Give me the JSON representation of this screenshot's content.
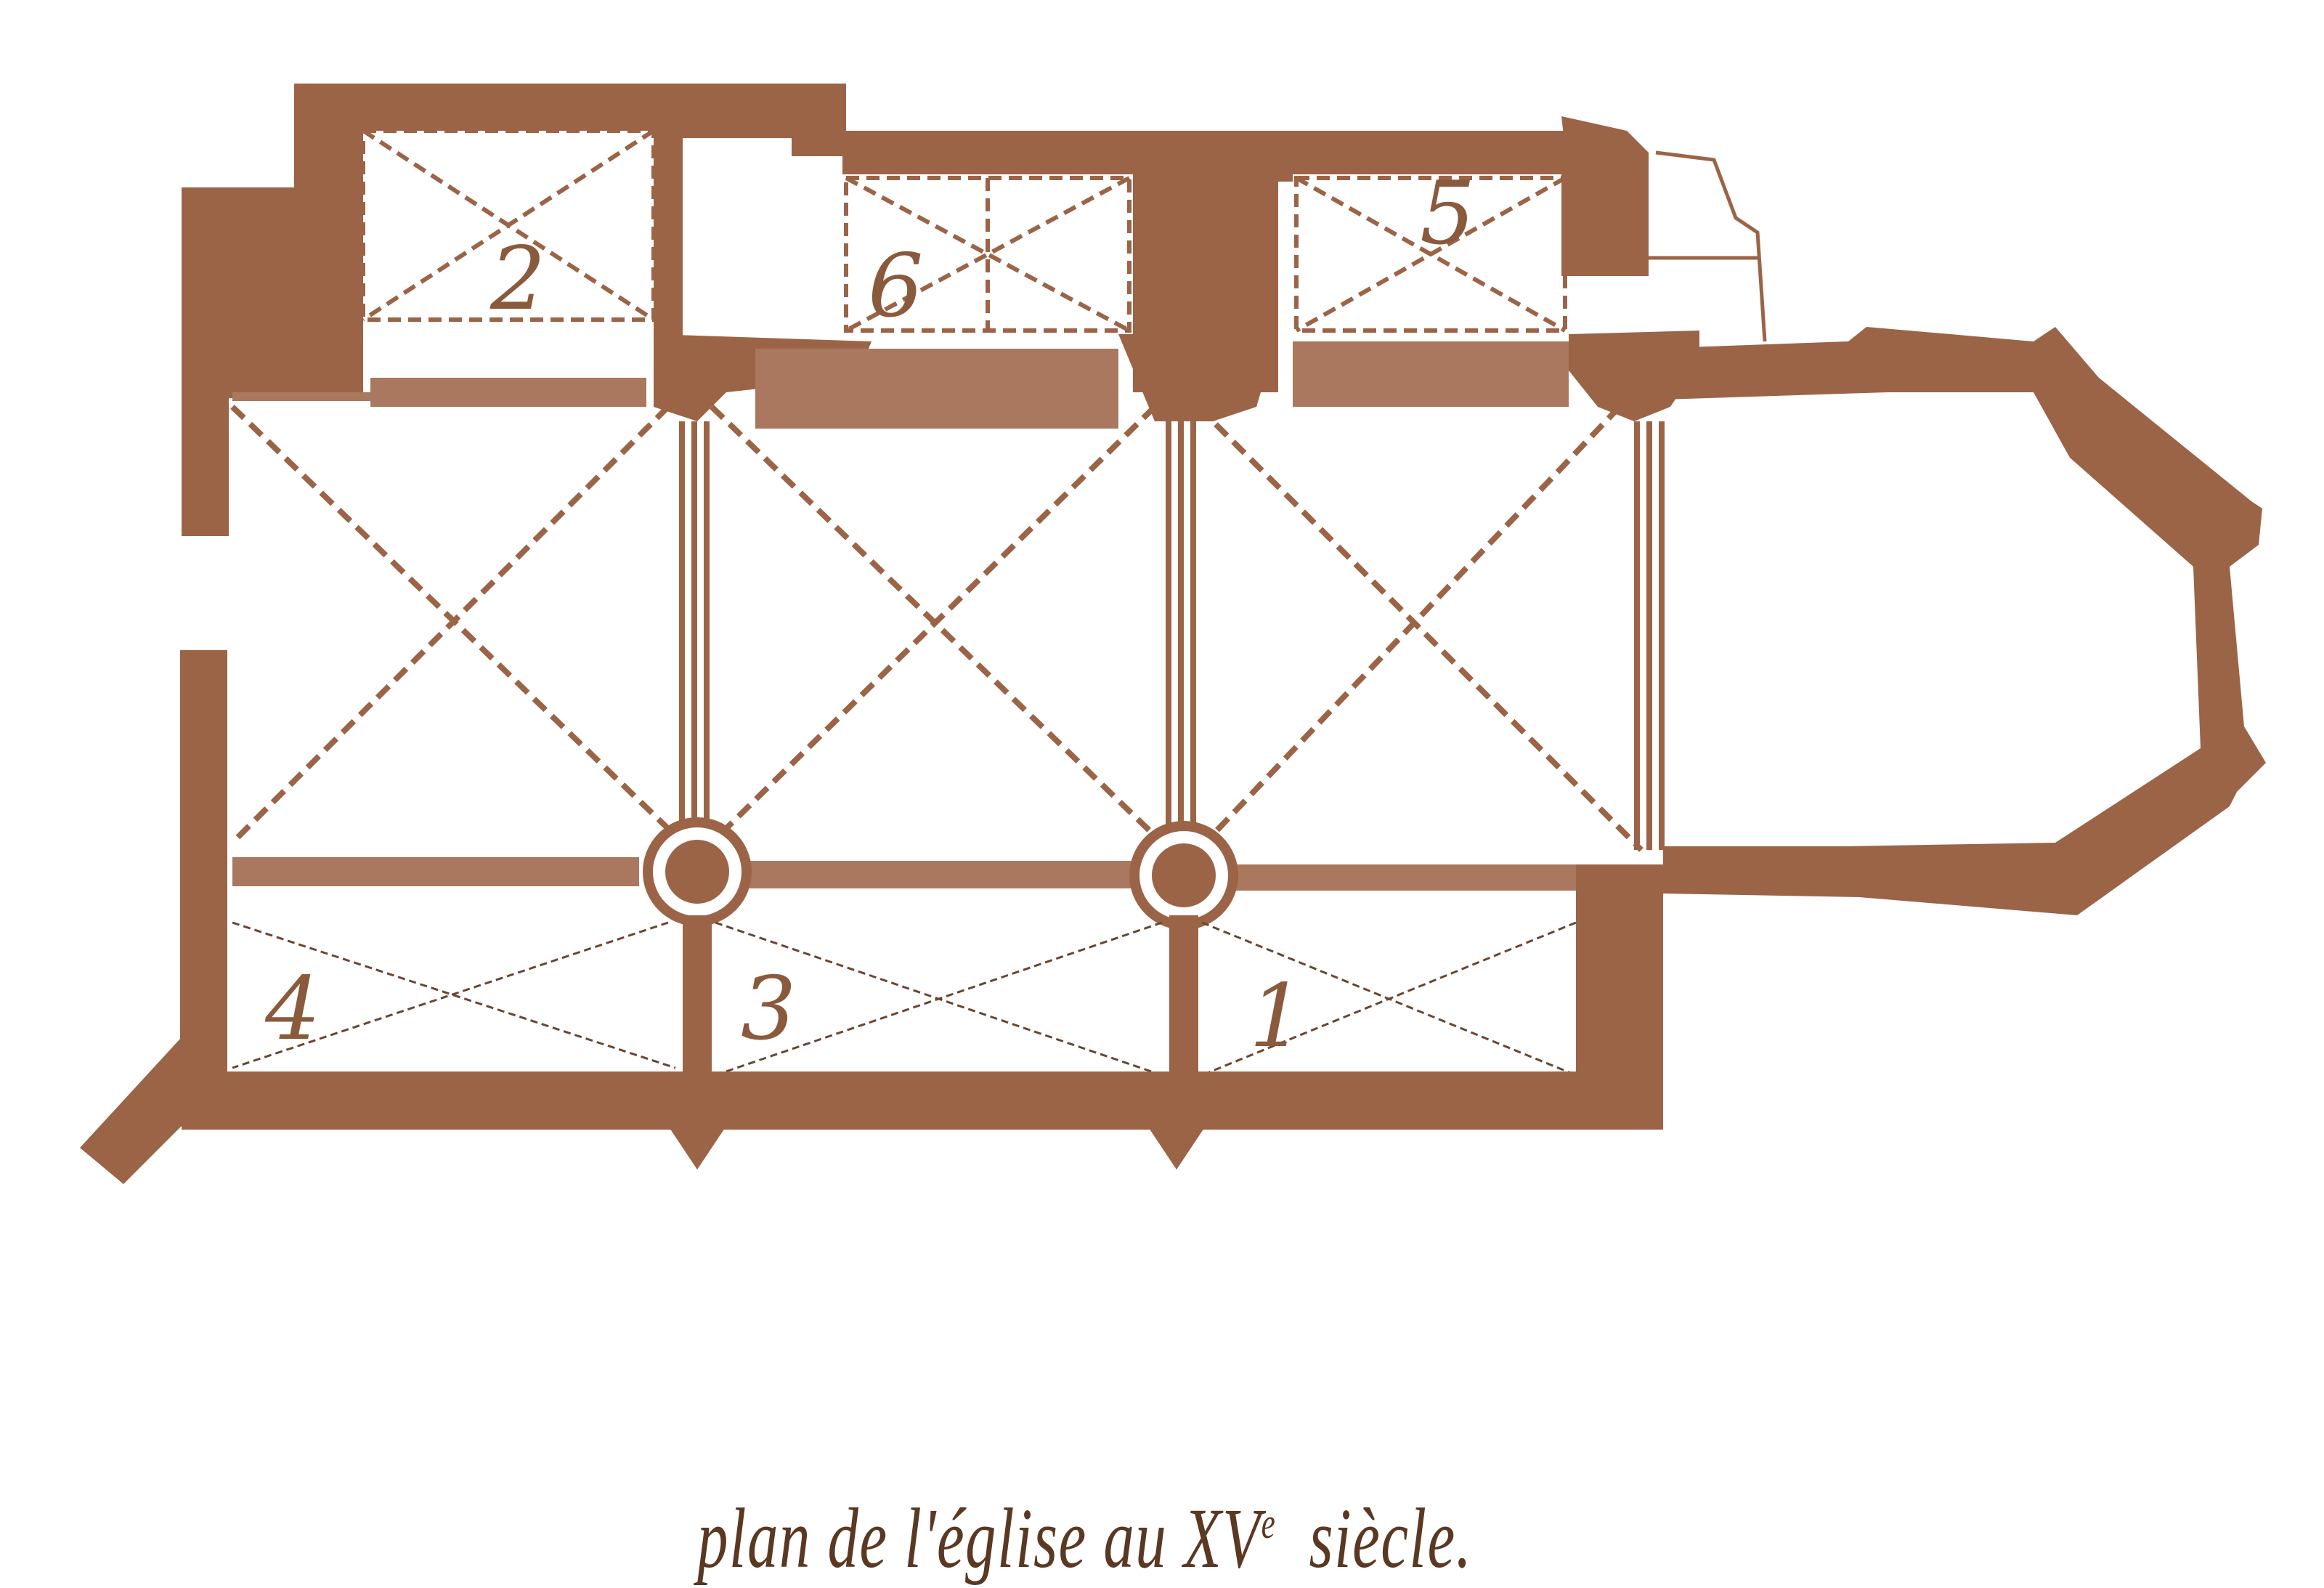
{
  "caption": {
    "prefix": "plan de l'église au XV",
    "superscript": "e",
    "suffix": "siècle."
  },
  "colors": {
    "wall": "#9b6447",
    "background": "#ffffff",
    "caption_text": "#5a3822"
  },
  "bay_labels": [
    "1",
    "2",
    "3",
    "4",
    "5",
    "6"
  ],
  "elements": {
    "nave_bays": 3,
    "aisle_chapels_south": [
      "4",
      "3",
      "1"
    ],
    "north_chapels": [
      "2",
      "6",
      "5"
    ],
    "round_piers": 2,
    "apse": "polygonal"
  }
}
